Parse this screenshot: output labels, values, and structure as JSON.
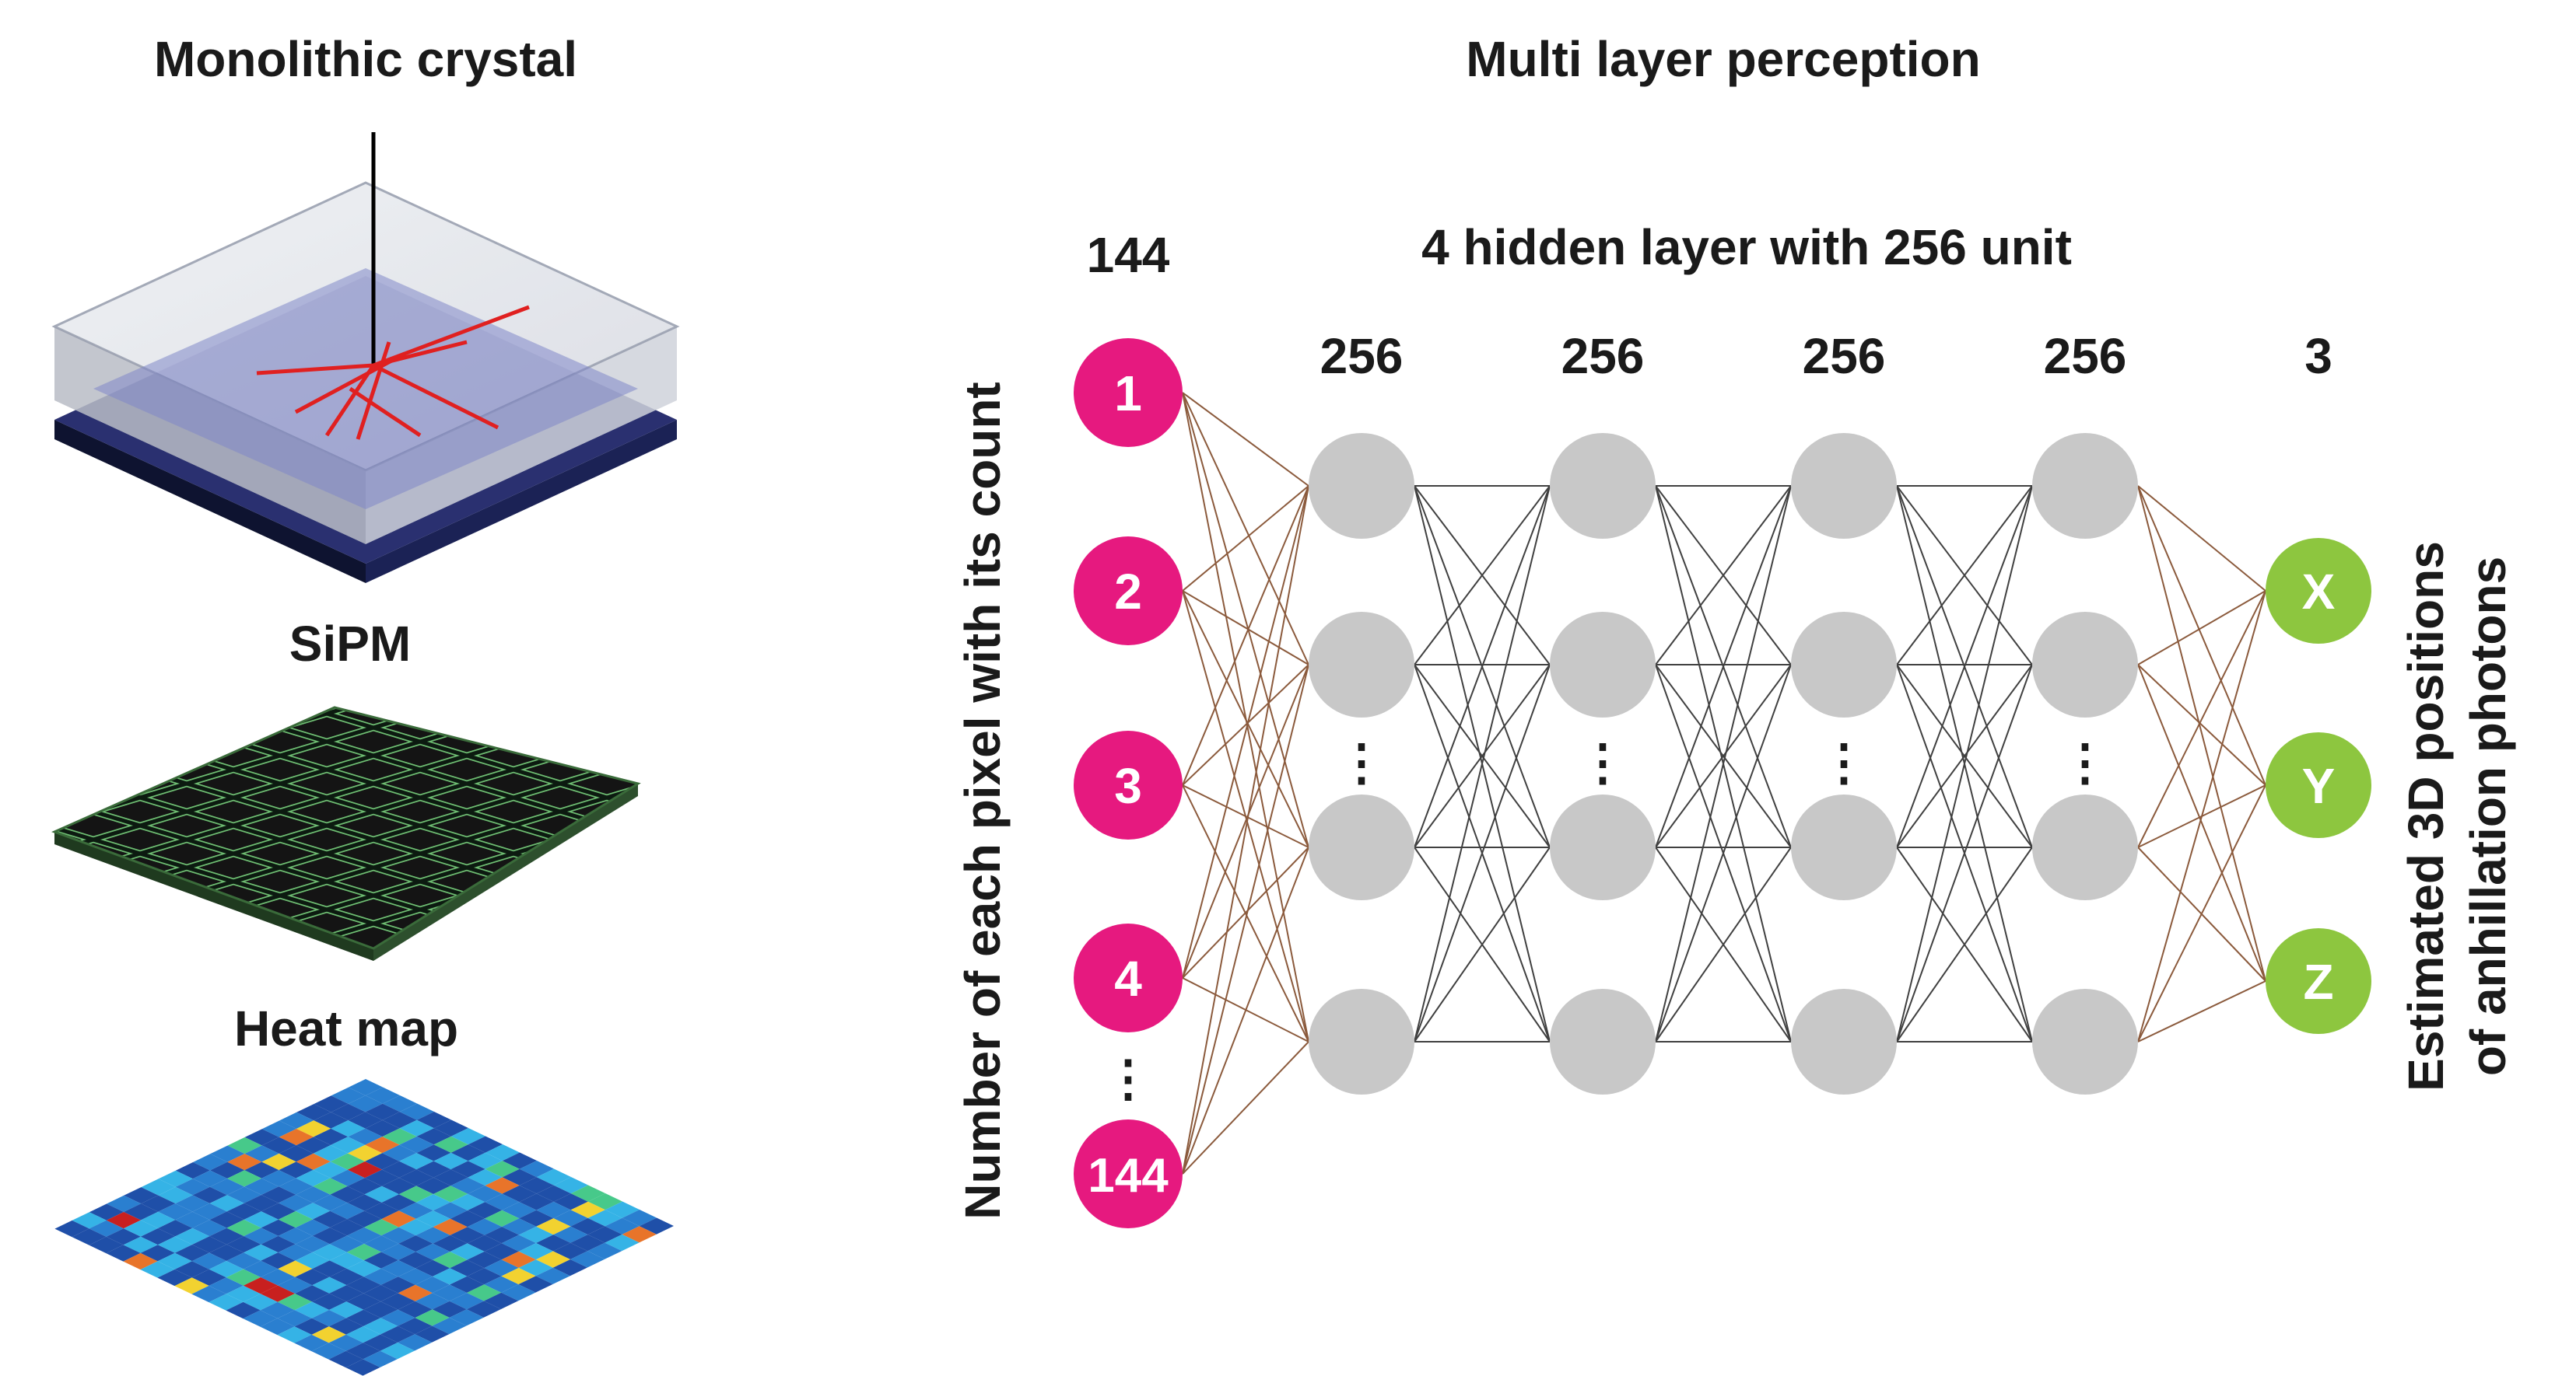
{
  "colors": {
    "input_node": "#e6197f",
    "hidden_node": "#c8c8c8",
    "output_node": "#8dc63f",
    "input_edge": "#8b5a3c",
    "hidden_edge": "#404040",
    "output_edge": "#8b5a3c",
    "text": "#1a1a1a",
    "node_label": "#ffffff"
  },
  "left_panel": {
    "crystal_title": "Monolithic crystal",
    "sipm_title": "SiPM",
    "heatmap_title": "Heat map"
  },
  "network": {
    "title": "Multi layer perception",
    "hidden_caption": "4 hidden layer with 256 unit",
    "input_count_label": "144",
    "input_axis_label": "Number of each pixel with its count",
    "output_axis_label_line1": "Estimated 3D positions",
    "output_axis_label_line2": "of anhillation photons",
    "input_nodes": [
      "1",
      "2",
      "3",
      "4",
      "144"
    ],
    "input_ellipsis": "⋮",
    "hidden_layer_sizes": [
      "256",
      "256",
      "256",
      "256"
    ],
    "hidden_ellipsis": "⋮",
    "output_count_label": "3",
    "output_nodes": [
      "X",
      "Y",
      "Z"
    ]
  }
}
